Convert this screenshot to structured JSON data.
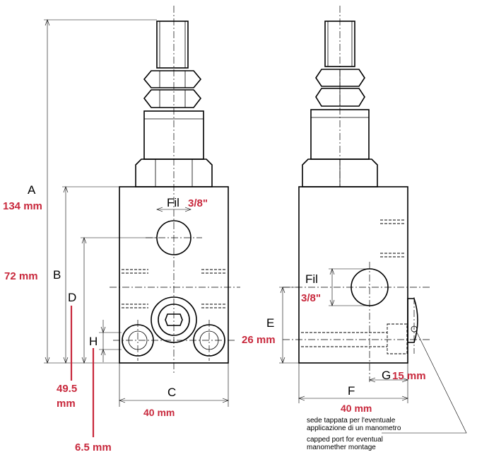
{
  "dimension_letters": {
    "A": "A",
    "B": "B",
    "C": "C",
    "D": "D",
    "E": "E",
    "F": "F",
    "G": "G",
    "H": "H"
  },
  "dimension_values": {
    "A": "134 mm",
    "B": "72 mm",
    "C": "40 mm",
    "D_line1": "49.5",
    "D_line2": "mm",
    "E": "26 mm",
    "F": "40 mm",
    "G": "15 mm",
    "H": "6.5 mm"
  },
  "thread_callouts": {
    "front_prefix": "Fil",
    "front_size": "3/8\"",
    "side_prefix": "Fil",
    "side_size": "3/8\""
  },
  "note": {
    "italian_line1": "sede tappata per l'eventuale",
    "italian_line2": "applicazione di un manometro",
    "english_line1": "capped port for eventual",
    "english_line2": "manomether montage"
  },
  "colors": {
    "annotation_red": "#c8283c",
    "line": "#000000",
    "background": "#ffffff"
  }
}
